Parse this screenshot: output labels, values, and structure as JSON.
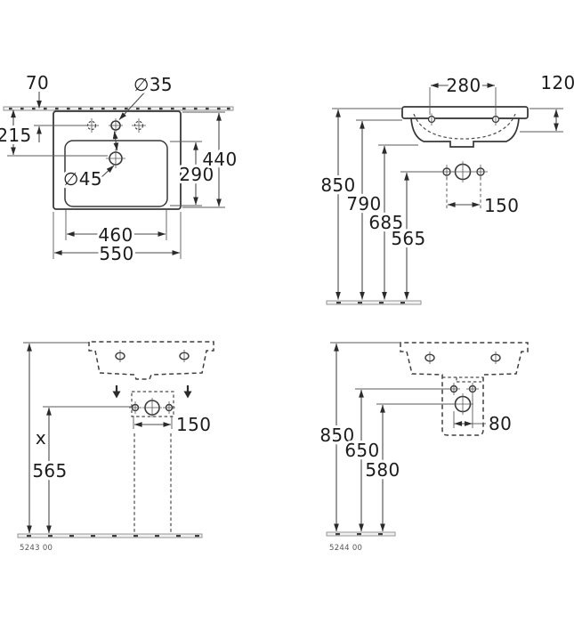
{
  "title": "washbasin-technical-drawing",
  "colors": {
    "line": "#3a3a3a",
    "dim_line": "#4a4a4a",
    "text": "#1c1c1c",
    "hatch": "#8a8a8a",
    "background": "#ffffff"
  },
  "plan": {
    "wall_offset": "70",
    "drain_from_wall": "215",
    "tap_hole_diameter": "∅35",
    "drain_diameter": "∅45",
    "bowl_depth": "290",
    "overall_depth": "440",
    "bowl_width": "460",
    "overall_width": "550"
  },
  "front": {
    "fixing_hole_centres": "280",
    "back_height": "120",
    "rim_height": "850",
    "underside_height": "790",
    "basin_bottom_height": "685",
    "supply_height": "565",
    "supply_centres": "150"
  },
  "install_front": {
    "height_x": "x",
    "supply_height": "565",
    "supply_centres": "150",
    "product_code": "5243 00"
  },
  "install_side": {
    "rim_height": "850",
    "fixing_height": "650",
    "drain_height": "580",
    "supply_offset": "80",
    "product_code": "5244 00"
  }
}
